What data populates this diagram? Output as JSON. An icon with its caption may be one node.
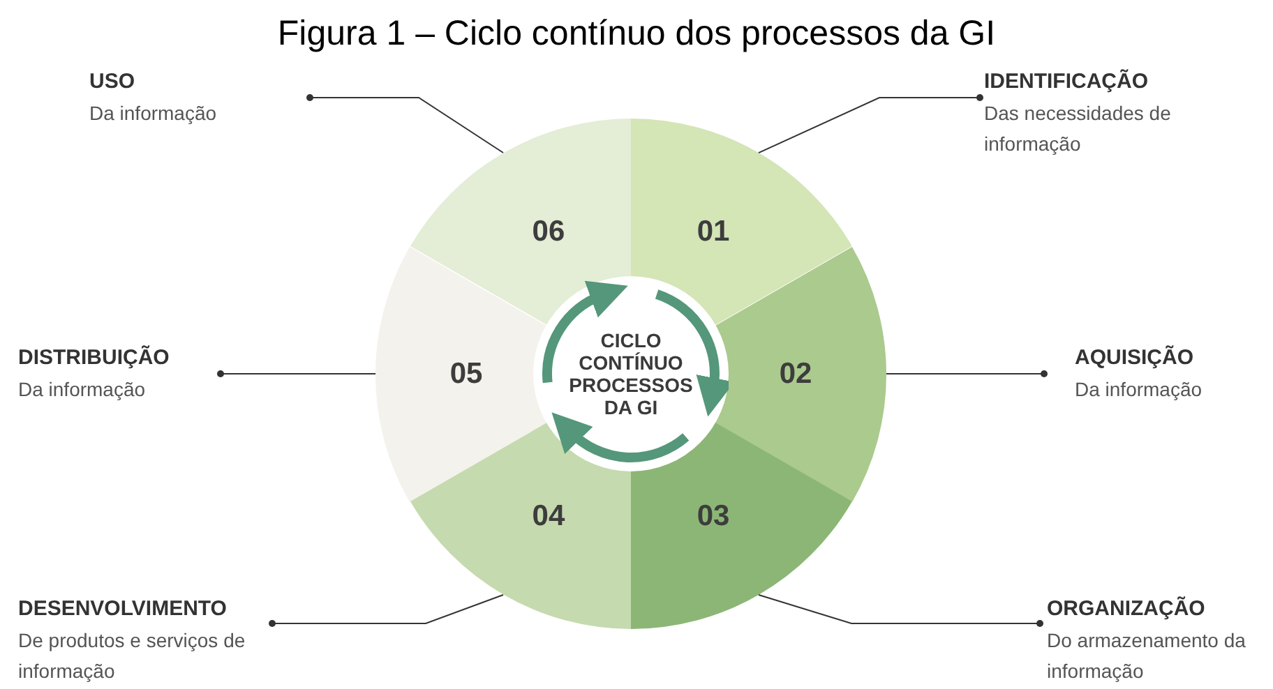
{
  "diagram": {
    "title": "Figura 1 – Ciclo contínuo dos processos da GI",
    "nodes": [
      {
        "text": [
          "USO",
          "Da informação"
        ]
      },
      {
        "text": [
          "IDENTIFICAÇÃO",
          "Das necessidades de informação"
        ]
      },
      {
        "text": [
          "06"
        ]
      },
      {
        "text": [
          "01"
        ]
      },
      {
        "text": [
          "CICLO CONTÍNUO PROCESSOS DA GI"
        ]
      },
      {
        "text": [
          "DISTRIBUIÇÃO",
          "Da informação"
        ]
      },
      {
        "text": [
          "05"
        ]
      },
      {
        "text": [
          "02"
        ]
      },
      {
        "text": [
          "AQUISIÇÃO",
          "Da informação"
        ]
      },
      {
        "text": [
          "04"
        ]
      },
      {
        "text": [
          "03"
        ]
      },
      {
        "text": [
          "DESENVOLVIMENTO",
          "De produtos e serviços de informação"
        ]
      },
      {
        "text": [
          "ORGANIZAÇÃO",
          "Do armazenamento da informação"
        ]
      }
    ],
    "edges": [
      {
        "from": 0,
        "to": 2,
        "arrow": "other"
      },
      {
        "from": 1,
        "to": 3,
        "arrow": "other"
      },
      {
        "from": 5,
        "to": 6,
        "arrow": "other"
      },
      {
        "from": 8,
        "to": 7,
        "arrow": "other"
      },
      {
        "from": 11,
        "to": 9,
        "arrow": "other"
      },
      {
        "from": 12,
        "to": 10,
        "arrow": "other"
      }
    ]
  }
}
